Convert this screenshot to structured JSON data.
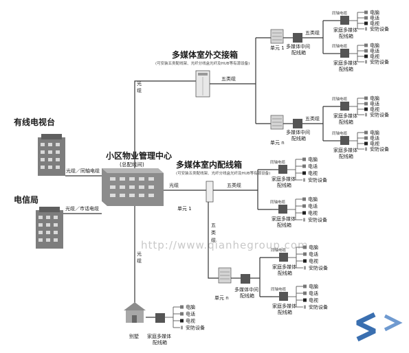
{
  "sources": {
    "cable_tv": "有线电视台",
    "telecom": "电信局"
  },
  "links": {
    "fiber_coax": "光缆／同轴电缆",
    "fiber_phone": "光缆／市话电缆",
    "fiber": "光缆",
    "cat5": "五类缆",
    "cat5_vertical": "五类缆",
    "coax": "同轴电缆"
  },
  "center": {
    "title": "小区物业管理中心",
    "subtitle": "(总配线间)"
  },
  "outer_box": {
    "title": "多媒体室外交接箱",
    "note": "(可安装五类配线架、光纤分线盒光纤及HUB等有源设备)"
  },
  "inner_box": {
    "title": "多媒体室内配线箱",
    "note": "(可安装五类配线架、光纤分线盒光纤及HUB等有源设备)"
  },
  "units": {
    "unit1": "单元 1",
    "unitn": "单元 n",
    "mid_box": "多媒体中间配线箱",
    "villa": "别墅"
  },
  "home_box": "家庭多媒体配线箱",
  "devices": [
    "电脑",
    "电话",
    "电视",
    "安防设备"
  ],
  "watermark": "http://www.qianhegroup.com"
}
